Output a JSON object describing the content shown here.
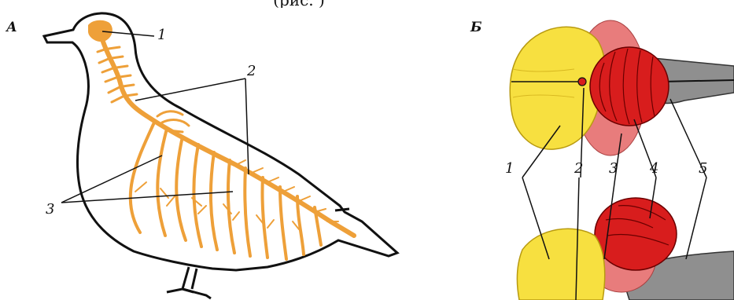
{
  "caption_fragment": "(рис. )",
  "panel_a": {
    "letter": "А",
    "labels": [
      "1",
      "2",
      "3"
    ]
  },
  "panel_b": {
    "letter": "Б",
    "labels": [
      "1",
      "2",
      "3",
      "4",
      "5"
    ]
  },
  "colors": {
    "nerves": "#eea039",
    "cerebral_hemispheres": "#f7e040",
    "optic_lobes": "#e87c7c",
    "cerebellum": "#d81d1d",
    "medulla": "#8f8f8f",
    "outline": "#111111"
  }
}
